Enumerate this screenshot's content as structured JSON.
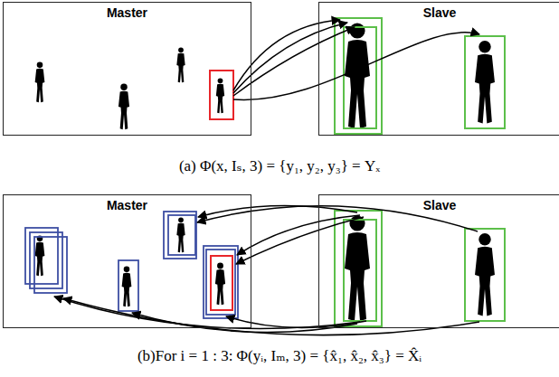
{
  "diagram": {
    "nodes": [
      {
        "text": [
          "Master"
        ]
      },
      {
        "text": [
          "Slave"
        ]
      },
      {
        "text": [
          "Master"
        ]
      },
      {
        "text": [
          "Slave"
        ]
      }
    ],
    "labels": [
      "(a) Φ(x, Iₛ, 3) = {y₁, y₂, y₃} = Yₓ",
      "(b)For i = 1 : 3: Φ(yᵢ, Iₘ, 3) = {x̂₁, x̂₂, x̂₃} = X̂ᵢ"
    ]
  }
}
